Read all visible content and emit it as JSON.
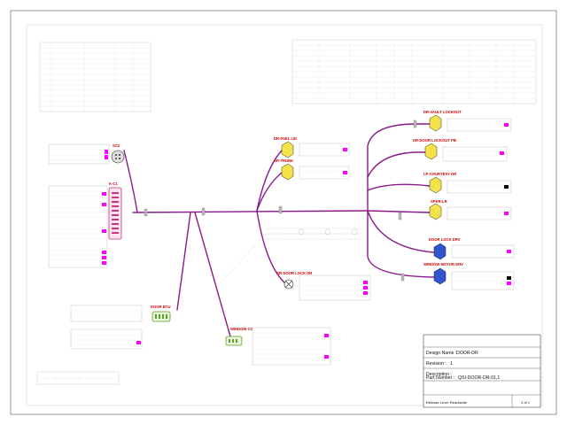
{
  "title_block": {
    "design_name_label": "Design Name :",
    "design_name": "DOOR-DR",
    "revision_label": "Revision :",
    "revision": "1",
    "description_label": "Description :",
    "part_number_label": "Part Number :",
    "part_number": "QSI-DOOR-DR-01,1",
    "release_label": "Release Level :",
    "release_level": "Read/write",
    "page": "1 of 1"
  },
  "connectors": [
    {
      "id": "dr-fuel-lid",
      "label": "DR-FUEL LID"
    },
    {
      "id": "dr-trunk",
      "label": "DR-TRUNK"
    },
    {
      "id": "dr-door-lock-dr",
      "label": "DR-DOOR LOCK DR"
    },
    {
      "id": "dr-vault-lockout",
      "label": "DR-VAULT LOCKOUT"
    },
    {
      "id": "dr-door-lockout-pb",
      "label": "DR-DOOR LOCKOUT PB"
    },
    {
      "id": "lp-courtesy-dr",
      "label": "LP-COURTESY DR"
    },
    {
      "id": "spkr-lr",
      "label": "SPKR-LR"
    },
    {
      "id": "door-lock-drv",
      "label": "DOOR LOCK DRV"
    },
    {
      "id": "window-motor-drv",
      "label": "WINDOW MOTOR DRV"
    },
    {
      "id": "window-controls",
      "label": "WINDOW CONTROLS"
    },
    {
      "id": "door-ecu",
      "label": "DOOR ECU"
    },
    {
      "id": "k-c1",
      "label": "K-C1"
    },
    {
      "id": "sc2",
      "label": "SC2"
    }
  ],
  "colors": {
    "wire": "#8a1a8a",
    "connector_yellow": "#f4e24a",
    "connector_blue": "#3355cc",
    "connector_green": "#5aa02a",
    "label_red": "#cc0000",
    "magenta_cell": "#ff00ff"
  }
}
